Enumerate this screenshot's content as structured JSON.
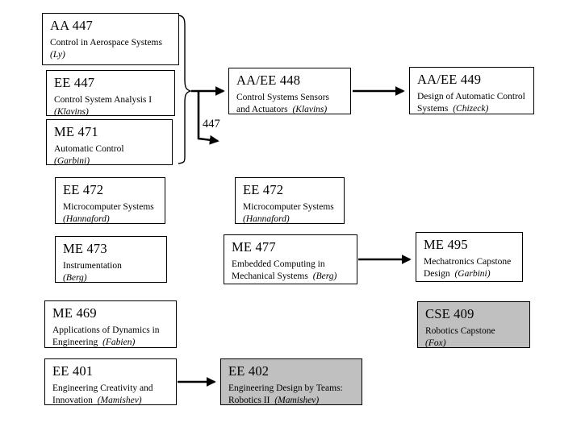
{
  "diagram": {
    "background": "#ffffff",
    "box_border_color": "#000000",
    "plain_fill": "#ffffff",
    "highlight_fill": "#c0c0c0",
    "connector_label": "447",
    "boxes": {
      "aa447": {
        "code": "AA 447",
        "title": "Control in Aerospace Systems",
        "instructor": "(Ly)"
      },
      "ee447": {
        "code": "EE 447",
        "title": "Control System Analysis I",
        "instructor": "(Klavins)"
      },
      "me471": {
        "code": "ME 471",
        "title": "Automatic Control",
        "instructor": "(Garbini)"
      },
      "ee472_left": {
        "code": "EE 472",
        "title": "Microcomputer Systems",
        "instructor": "(Hannaford)"
      },
      "me473": {
        "code": "ME 473",
        "title": "Instrumentation",
        "instructor": "(Berg)"
      },
      "me469": {
        "code": "ME 469",
        "title": "Applications of Dynamics in Engineering",
        "instructor": "(Fabien)"
      },
      "ee401": {
        "code": "EE 401",
        "title": "Engineering Creativity and Innovation",
        "instructor": "(Mamishev)"
      },
      "aaee448": {
        "code": "AA/EE 448",
        "title": "Control Systems Sensors and Actuators",
        "instructor": "(Klavins)"
      },
      "ee472_mid": {
        "code": "EE 472",
        "title": "Microcomputer Systems",
        "instructor": "(Hannaford)"
      },
      "me477": {
        "code": "ME 477",
        "title": "Embedded Computing in Mechanical Systems",
        "instructor": "(Berg)"
      },
      "ee402": {
        "code": "EE 402",
        "title": "Engineering Design by Teams: Robotics II",
        "instructor": "(Mamishev)"
      },
      "aaee449": {
        "code": "AA/EE 449",
        "title": "Design of Automatic Control Systems",
        "instructor": "(Chizeck)"
      },
      "me495": {
        "code": "ME 495",
        "title": "Mechatronics Capstone Design",
        "instructor": "(Garbini)"
      },
      "cse409": {
        "code": "CSE 409",
        "title": "Robotics Capstone",
        "instructor": "(Fox)"
      }
    }
  }
}
